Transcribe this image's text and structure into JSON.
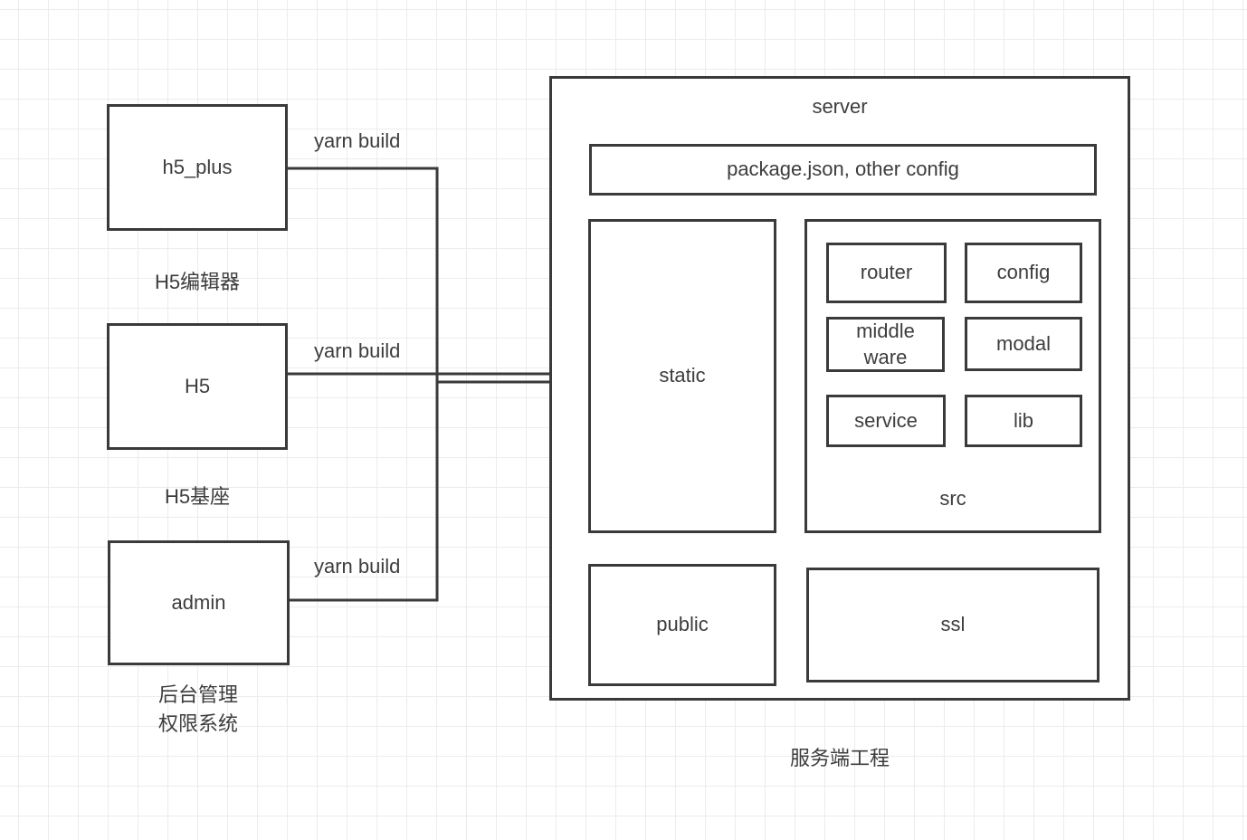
{
  "colors": {
    "border": "#3a3a3a",
    "text": "#3d3d3d",
    "grid": "#ececec",
    "background": "#ffffff"
  },
  "nodes": {
    "h5_plus": {
      "label": "h5_plus",
      "caption": "H5编辑器"
    },
    "h5": {
      "label": "H5",
      "caption": "H5基座"
    },
    "admin": {
      "label": "admin",
      "caption": "后台管理\n权限系统"
    }
  },
  "edges": {
    "h5_plus_label": "yarn build",
    "h5_label": "yarn build",
    "admin_label": "yarn build"
  },
  "server": {
    "title": "server",
    "config_file_box": "package.json, other config",
    "static": "static",
    "src": {
      "label": "src",
      "router": "router",
      "config": "config",
      "middleware": "middle\nware",
      "modal": "modal",
      "service": "service",
      "lib": "lib"
    },
    "public": "public",
    "ssl": "ssl",
    "caption": "服务端工程"
  }
}
